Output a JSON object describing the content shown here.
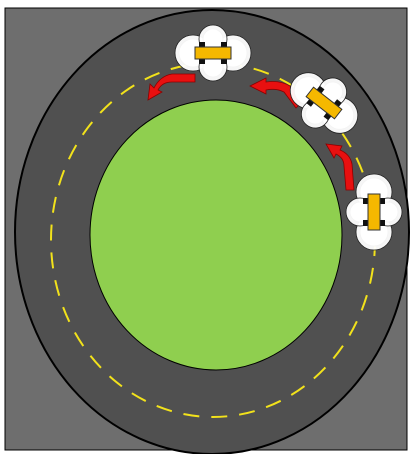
{
  "colors": {
    "frame_fill": "#6e6e6e",
    "frame_stroke": "#000000",
    "track_fill": "#505050",
    "track_stroke": "#000000",
    "infield_fill": "#8fcf4f",
    "lane_marking": "#f2e21b",
    "arrow": "#e81010",
    "car_body": "#f5b800",
    "car_wheels": "#111111",
    "wave": "#ffffff"
  },
  "scene": {
    "description_free": "",
    "cars": [
      {
        "id": "car-top",
        "heading_deg": 0
      },
      {
        "id": "car-upper-right",
        "heading_deg": 45
      },
      {
        "id": "car-right",
        "heading_deg": 90
      }
    ],
    "arrows": [
      {
        "id": "arrow-top"
      },
      {
        "id": "arrow-upper-right"
      },
      {
        "id": "arrow-right"
      }
    ]
  }
}
